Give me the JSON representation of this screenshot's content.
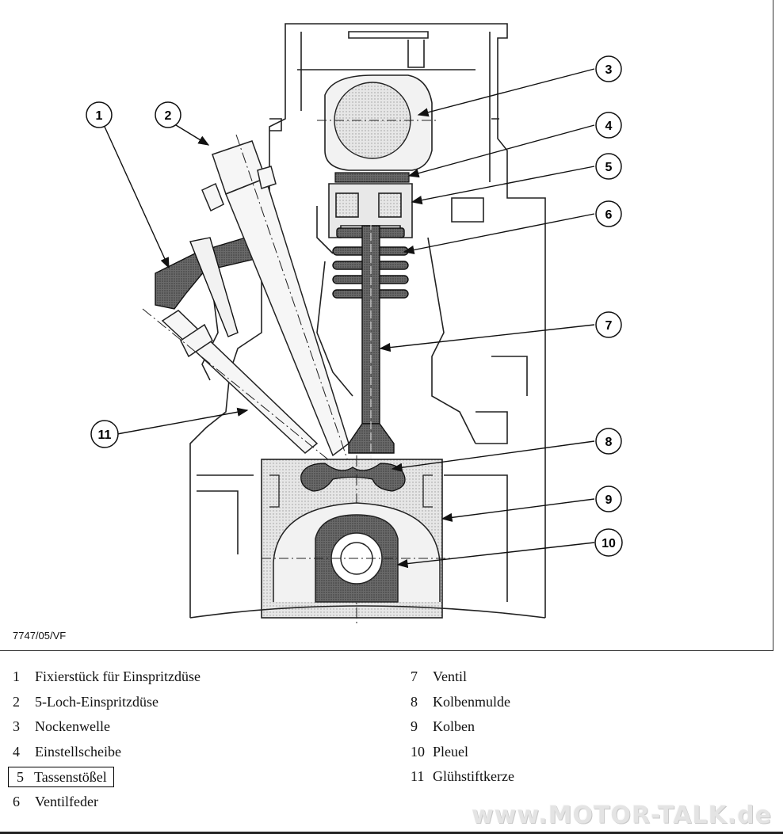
{
  "figure_code": "7747/05/VF",
  "callouts": [
    {
      "n": "1"
    },
    {
      "n": "2"
    },
    {
      "n": "3"
    },
    {
      "n": "4"
    },
    {
      "n": "5"
    },
    {
      "n": "6"
    },
    {
      "n": "7"
    },
    {
      "n": "8"
    },
    {
      "n": "9"
    },
    {
      "n": "10"
    },
    {
      "n": "11"
    }
  ],
  "legend": {
    "left": [
      {
        "num": "1",
        "label": "Fixierstück für Einspritzdüse"
      },
      {
        "num": "2",
        "label": "5-Loch-Einspritzdüse"
      },
      {
        "num": "3",
        "label": "Nockenwelle"
      },
      {
        "num": "4",
        "label": "Einstellscheibe"
      },
      {
        "num": "5",
        "label": "Tassenstößel",
        "highlighted": true
      },
      {
        "num": "6",
        "label": "Ventilfeder"
      }
    ],
    "right": [
      {
        "num": "7",
        "label": "Ventil"
      },
      {
        "num": "8",
        "label": "Kolbenmulde"
      },
      {
        "num": "9",
        "label": "Kolben"
      },
      {
        "num": "10",
        "label": "Pleuel"
      },
      {
        "num": "11",
        "label": "Glühstiftkerze"
      }
    ]
  },
  "watermark": "www.MOTOR-TALK.de",
  "colors": {
    "fill_dark": "#5a5a5a",
    "fill_light": "#d6d6d6",
    "line": "#222222"
  }
}
